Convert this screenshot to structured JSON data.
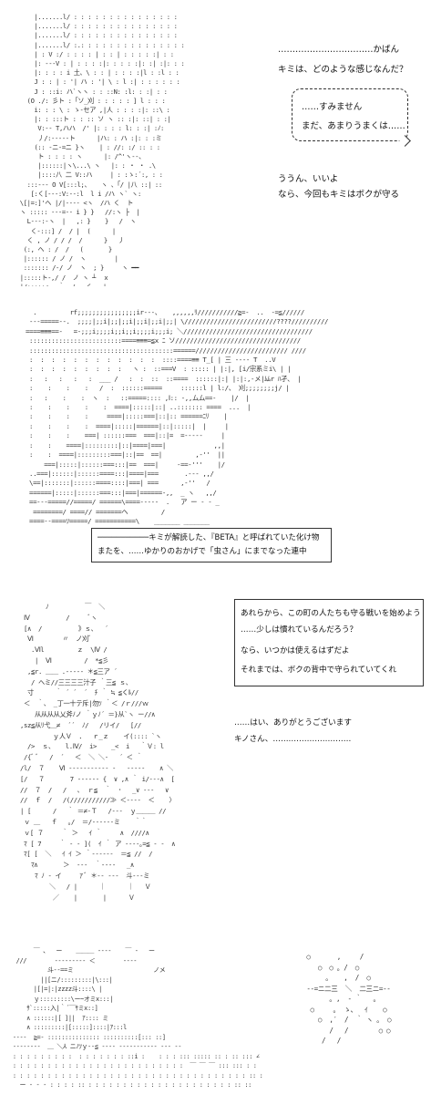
{
  "panel1": {
    "art_rows": [
      "       |.......l/ : : : : : : : : : : : : : : :",
      "       |.......l/ : : : : : : : : : : : : : : :",
      "       |.......l/ : : : : : : : : : : : : : : :",
      "       |.......l/ :.: : : : : : : : : : : : : : :",
      "       | : V :/ : : : : | : : | : : : : :| : :",
      "       |: ---V : | : : : :|: : : : :|: :| :|: : :",
      "       |: : : : i 土、\\ : : | : : : :|l : :l : :",
      "       J : : | : '| ハ : '| \\ : l :| : : : : : :",
      "       J : ::i: ハ`ヽヽ : : ::N: :l: : :| : :",
      "     (O ./: 彡ト :「ソ_刈 : : : : : ] l : : :",
      "       i: : : \\ : ゝ-セア ,|人 : : : :|: ::\\ :",
      "       |: : :::ト : : :: ソ ヽ :: :|: ::| : :|",
      "        V:-- T,ハハ  /' |: : : : l: : :| :ﾉ:",
      "        丿/:-----ト      |ハ: : ハ :|: : :ミ",
      "       (:: -ニ-=ニ }ヽ    | : //: :/ :: : :",
      "        ト : : : : ヽ      |: /^'ヽ--、",
      "        |::::::|ヽ\\...\\ ヽ   |: : ・ ・ .\\",
      "        |::::八 二 V::ハ     | : :ゝ:´:, : :",
      "     :::--- O V[:::l;、   ヽ 、「/ |八 ::| ::",
      "      [:く[---:V:--:l  l i /ハ ヽ` ヽ:",
      "   \\[|=:]'ヘ |/|---- <ヽ  /ハ く  ト",
      "   ヽ ::::: ---=-- i } }   //:ヽ ├  |",
      "     L---:-ヽ  |   ,: }    }   /  ヽ",
      "      く-:::] /  / |  (      |",
      "     く , ノ / / /  /      }   丿",
      "    (:, ヘ : /  /   (       }",
      "    |:::::: / ノ /  ヽ        |",
      "    ::::::: /-/ ノ  ヽ  ; }     ヽ ━━",
      "   |:::::ト-,/ /  ノ ヽ ┴  ｘ        ",
      "   |/:::::ヽ  ｀  /   く   |   ,,,,,"
    ],
    "speaker_label": "……………………………かばん",
    "text1": "キミは、どのような感じなんだ？",
    "bubble_line1": "……すみません",
    "bubble_line2": "まだ、あまりうまくは……",
    "text2": "ううん、いいよ",
    "text3": "なら、今回もキミはボクが守る"
  },
  "panel2": {
    "art_rows": [
      "  .         rf;;;;;;;;;;;;;;;;ir---、   ,,,,,,ﾘ///////////≧=-  ..  -=≦//////",
      " ---=====--.  ;;;;|;;i|;;|;;i|;;i|;;i|;;| \\/////////////////////////????//////////",
      "====≡≡≡==-   =-;;;i;;;;i;;i;;i;;;;i;;;i; ＼///////////////////////////////////",
      " :::::::::::::::::::::::::====≡≡≡=≦x ﾆ ソ//////////////////////////////////",
      " :::::::::::::::::::::::::::::::::::::::======///////////////////////// ////",
      " :  :  :  :  :  :  :  :  :  :  :  :  ::::====≡≡ T_[ | 三 ‐‐‐‐ T  ..V",
      " :  :  :  :  :  :  :  :  :   ヽ :  ::===V  : ::::: | |:|, [i/宗系ミi\\ | |",
      " :   :   :   :   :  ___ /   :  :  ::  ::====  ::::::|:| |:|:,-メ|ﾑﾑr ﾊ孑、 |",
      " :    :    :    :   /  :  ::::::=====     ::::::l | l:/、 刈;;;;;;;;j/ |",
      " :   :    :    :  ヽ  :   ::=====:::: ,Ⅰ:: -,,ムム==-    |/  |",
      " :    :    :    :    :  ====|:::::|::| ..::::::: ====  ...  |",
      " :    :    :    :     ====|:::::===|::|:: ======ﾆﾘ    |",
      " :    :    :    :  ====|:::::|======|::|:::::|  |     |",
      " :    :    :    ===| ::::::===  ===|::|=  =-----     |",
      " :    :    ====|:::::::::|::|====|===|             ,,|",
      " :    :  ====|:::::::::===|::|==  ==|         ,-''  ||",
      "     ===|:::::|::::::===:::|==  ===|     -==-'''    |/",
      " ..===|::::::|::::::====:::|====|===       .--- ,,/",
      " \\==|:::::::|::::::====::::|===| ===      ,-''   /",
      " ======|:::::|::::::===:::|===|======-,,  _ ヽ   ,,/",
      " ==---=====//=====/ ======\\====-‐‐‐-  .   ア ー ‐ ‐ _",
      "  ========/ ====// =======ヘ         /",
      " ====--====ｿ=====/ ===========\\    _______ _______"
    ],
    "caption_line1": "───────────キミが解読した、『BETA』と呼ばれていた化け物",
    "caption_line2": "またを、……ゆかりのおかげで「虫さん」にまでなった連中"
  },
  "panel3": {
    "art_rows": [
      "         ﾉ          ￣  ＼",
      "   Ⅳ          /     ﾞヽ",
      "   [∧  /          》ｓ、  ´",
      "    Ⅵ        〃  ノ刈ﾞ  ",
      "     .Ⅵl         ｚ  \\Ⅳ /",
      "      |  Ⅵ         /  *≦彡",
      "    ,≦r. ＿＿ .‐‐‐‐‐ ＊≦三ア ´",
      "     / ヘミ//三三三三汁子 ｀三≦ ｓ、",
      "    寸      ｀ ´ ´  ´  ﾁ ｀ ≒ ≦くﾙ//",
      "   ＜  ｀、 _丁一十テ斥|勿ﾂ ｀＜ /ｒ///ｗ",
      "      从从从从乂斧ﾉノ ｀ｙﾉ´ ＝}从`ヽ ー//∧",
      "  ,sz≦从ﾘ弋＿≠  ´´  ﾉ/   /リイ/   [//",
      "           ｙ人Ｖ  ．  ｒ_ｚ    イ(:::: `ヽ",
      "    />  ｓ、   l.Ⅳ/  i>    _<  i   ｀Ｖ: l",
      "   /{ﾞ ﾞ   /  ´   ＜  ＼ ＼-   ´ ＜ ｀",
      "  /l/  ７    Ⅵ ‐‐‐‐‐‐‐‐‐‐‐ ‐   ‐‐‐‐‐    ∧ ＼",
      "  [/   ７       7 ‐‐‐‐‐‐ {  ∨ ,∧ ｀ i/‐‐‐∧  [",
      "  //  ７  /   /   ､  ｒ≦  ｀  ･   _∨ ‐‐‐   ∨",
      "  //  ｆ  /   /(///////////≫ ＜‐‐‐‐  ＜    〉",
      "  | [      /   ｀ ＝≠‐Ｔ   /‐‐‐  ｙ＿＿＿ //",
      "   ｖ ＿   ｆ   ｡/  ＝/---‐‐‐ミ    ｀｀",
      "   ｖ[ ７     ｀ ＞   ｲ ｀     ∧  ////∧",
      "   ﾏ [ 7     ｀ ‐ ‐ ](  ｲ ｀ ア ‐‐‐‐｡=≦ ‐ ‐  ∧",
      "   ﾏ[ [  ＼   ｲ ｲ ＞ ｀‐‐‐‐‐‐  ＝≦ //  /",
      "     ﾏ∧       ＞  ‐‐‐  ｀‐‐‐‐   _∧",
      "      ﾏ ﾉ ‐ イ     ｱ ﾞ ＊‐‐ ‐‐‐  斗‐‐‐ミ",
      "          ＼   / |      ｜      ｜   Ｖ",
      "           ／    |       |      Ｖ"
    ],
    "box_line1": "あれらから、この町の人たちも守る戦いを始めよう",
    "box_line2": "……少しは慣れているんだろう？",
    "box_line3": "なら、いつかは使えるはずだよ",
    "box_line4": "それまでは、ボクの背中で守られていてくれ",
    "text1": "……はい、ありがとうございます",
    "text2": "キノさん、…………………………"
  },
  "panel4": {
    "art_left_rows": [
      "       ￣ 、  ー    ＿＿＿ ‐‐‐‐    ￣ ‐   ー",
      "  ///        ‐‐‐‐‐‐‐‐‐ ＜        ‐‐‐‐",
      "           斗‐‐==ミ                       ノメ",
      "         ||[ニ/:::::::::|\\:::|  ",
      "       |[|=|:|zzzz斗::::\\ |",
      "       ｙ:::::::::\\ー~オミx:::|",
      "     ｻ`:::::入|｀´￣ｻミx::]",
      "     ∧ ::::::|[ ]||  ｱ:::: ミ ",
      "     ∧ :::::::::|[:::::]::::|ｱ:::l  ",
      " ‐‐‐‐  ≧=- ::::::::::::::: ::::::::::[::: ::]",
      " ‐‐‐‐----  ＿ ＼⅄ ニﾉﾂｙ‐‐≦ ‐‐‐‐ ‐‐‐‐‐‐‐‐‐‐‐ ‐‐‐ ‐‐",
      " : : : : : : : : :  : : : : : : : ::i :    : : : ::: ::::: :: : :: ::: ∠ ",
      " : : : : : : : : : : : : : : : : : : : : : : : : :  ￣ ￣ ￣ ::: ::: : :",
      " : : : : : : : : : : : : : : : : : : : : : : : : : : : : : : : : : : :: :",
      "   ー ‐ ‐ ‐ : : : : :: : : : : : : : : : : : : : : : : : : : : : :: ::"
    ],
    "art_right_rows": [
      "  ○       ,     /",
      "     ○  ○ ｡ /  ○",
      "       ｡    ,  /  ○",
      "  ‐‐=ニ二三  ＼  二三ニ=‐‐",
      "        ｡ ,  ‐ ｀   ｡",
      "   ○     ｡  ゝ、  ｲ    ○",
      "     ○  ,′  /  ｀ ヽ ｡  ○",
      "        /   /        ○ ○",
      "      /   /"
    ]
  }
}
